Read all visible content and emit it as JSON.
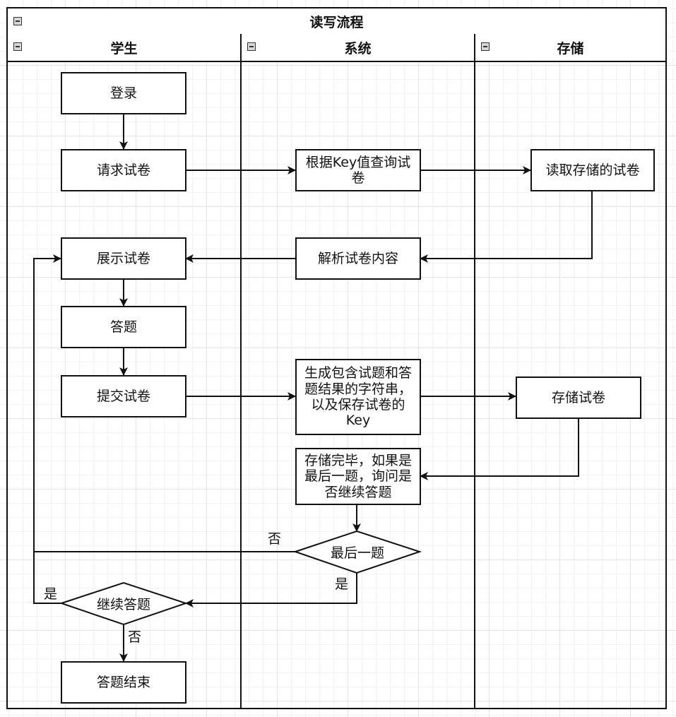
{
  "pool": {
    "title": "读写流程"
  },
  "lanes": {
    "student": "学生",
    "system": "系统",
    "storage": "存储"
  },
  "nodes": {
    "login": "登录",
    "request_paper": "请求试卷",
    "query_by_key": "根据Key值查询试卷",
    "read_stored": "读取存储的试卷",
    "show_paper": "展示试卷",
    "parse_paper": "解析试卷内容",
    "answer": "答题",
    "submit_paper": "提交试卷",
    "generate_string": "生成包含试题和答题结果的字符串，以及保存试卷的Key",
    "store_paper": "存储试卷",
    "store_done": "存储完毕，如果是最后一题，询问是否继续答题",
    "is_last": "最后一题",
    "continue_answer": "继续答题",
    "answer_end": "答题结束"
  },
  "edge_labels": {
    "no_1": "否",
    "yes_1": "是",
    "yes_2": "是",
    "no_2": "否"
  }
}
